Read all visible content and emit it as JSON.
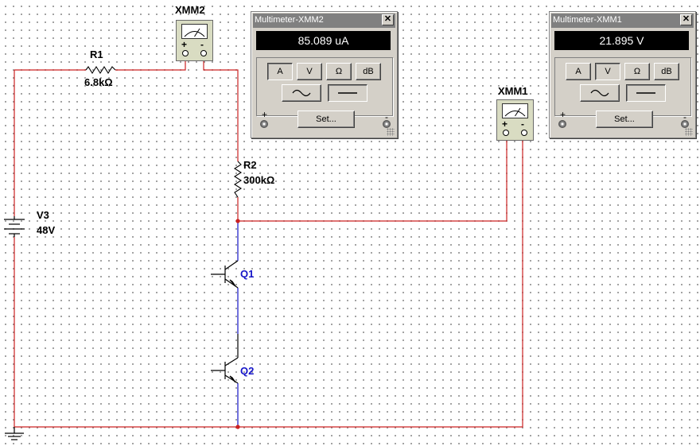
{
  "components": {
    "r1": {
      "ref": "R1",
      "value": "6.8kΩ"
    },
    "r2": {
      "ref": "R2",
      "value": "300kΩ"
    },
    "v3": {
      "ref": "V3",
      "value": "48V"
    },
    "q1": {
      "ref": "Q1"
    },
    "q2": {
      "ref": "Q2"
    },
    "xmm1": {
      "ref": "XMM1"
    },
    "xmm2": {
      "ref": "XMM2"
    }
  },
  "meter_symbol": {
    "plus": "+",
    "minus": "-"
  },
  "panels": {
    "xmm2": {
      "title": "Multimeter-XMM2",
      "reading": "85.089 uA",
      "mode_buttons": {
        "a": "A",
        "v": "V",
        "ohm": "Ω",
        "db": "dB"
      },
      "active_mode": "A",
      "active_wave": "dc",
      "set_label": "Set...",
      "plus": "+",
      "minus": "-",
      "close": "✕"
    },
    "xmm1": {
      "title": "Multimeter-XMM1",
      "reading": "21.895 V",
      "mode_buttons": {
        "a": "A",
        "v": "V",
        "ohm": "Ω",
        "db": "dB"
      },
      "active_mode": "V",
      "active_wave": "dc",
      "set_label": "Set...",
      "plus": "+",
      "minus": "-",
      "close": "✕"
    }
  },
  "colors": {
    "wire_red": "#cc2222",
    "wire_blue": "#1414c8",
    "title_bar": "#808080",
    "panel": "#d4d0c8"
  }
}
